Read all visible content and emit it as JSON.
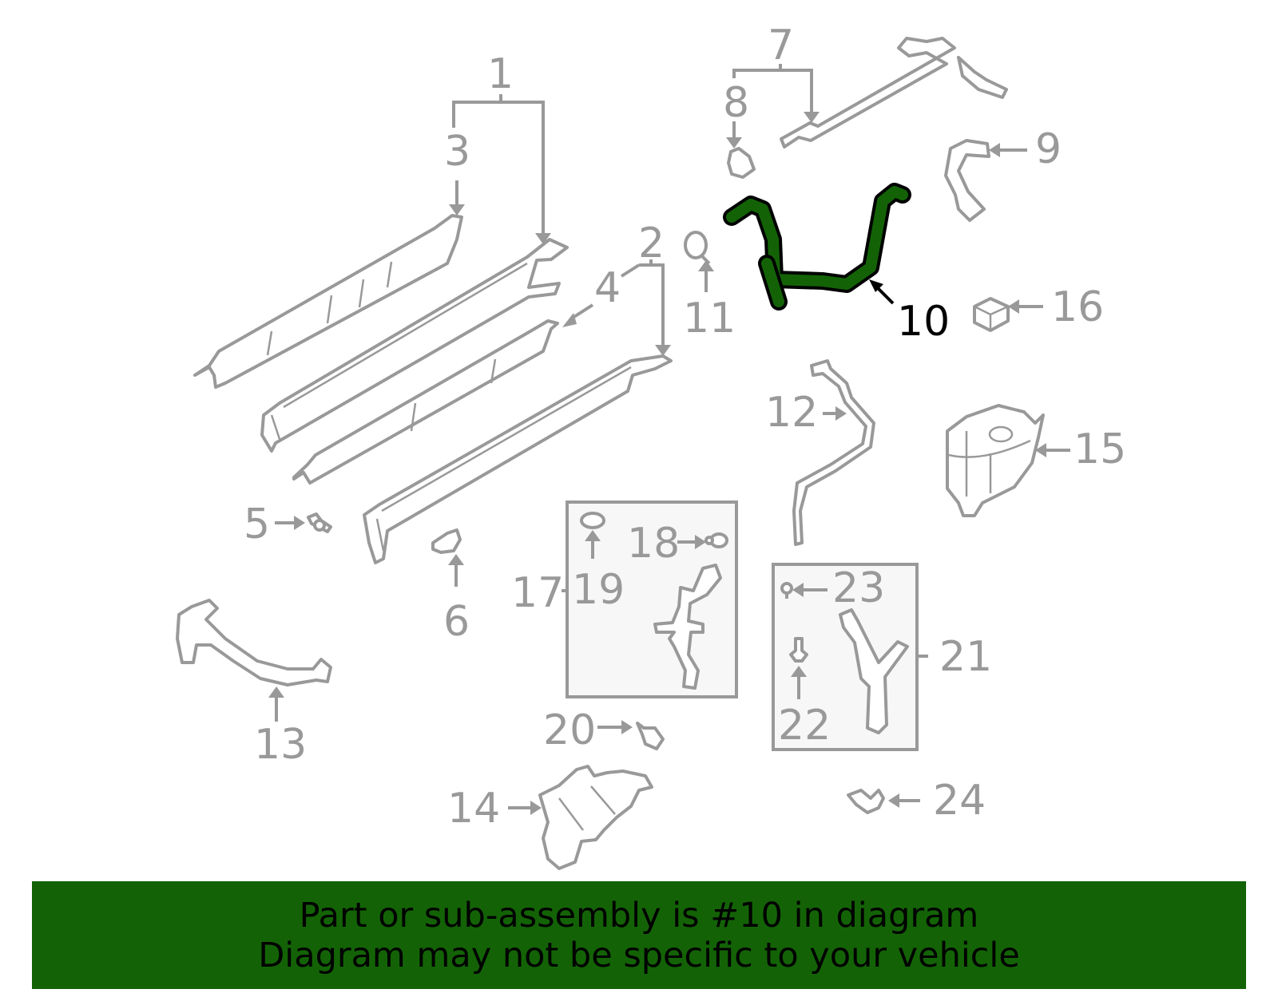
{
  "diagram": {
    "title": "Parts exploded diagram - radiator / coolant hoses",
    "highlight_color": "#136306",
    "callout_color": "#999999",
    "highlighted_part": "10",
    "callouts": {
      "c1": "1",
      "c2": "2",
      "c3": "3",
      "c4": "4",
      "c5": "5",
      "c6": "6",
      "c7": "7",
      "c8": "8",
      "c9": "9",
      "c10": "10",
      "c11": "11",
      "c12": "12",
      "c13": "13",
      "c14": "14",
      "c15": "15",
      "c16": "16",
      "c17": "17",
      "c18": "18",
      "c19": "19",
      "c20": "20",
      "c21": "21",
      "c22": "22",
      "c23": "23",
      "c24": "24"
    }
  },
  "banner": {
    "line1": "Part or sub-assembly is #10 in diagram",
    "line2": "Diagram may not be specific to your vehicle",
    "background": "#136306"
  }
}
